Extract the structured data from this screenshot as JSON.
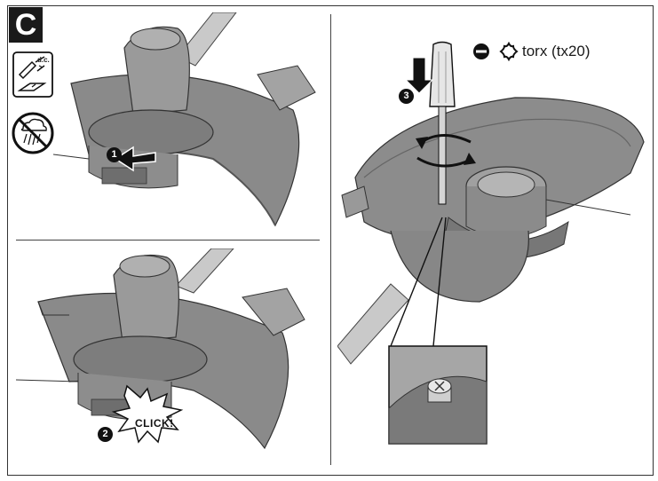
{
  "section": {
    "letter": "C"
  },
  "icons": {
    "charger": "dc-charger-icon",
    "no_rain": "no-rain-icon",
    "minus": "minus-circle-icon",
    "torx": "torx-icon"
  },
  "labels": {
    "dc": "d.c.",
    "click": "CLICK!",
    "torx": "torx (tx20)"
  },
  "steps": [
    {
      "number": "1"
    },
    {
      "number": "2"
    },
    {
      "number": "3"
    }
  ],
  "colors": {
    "body_grey": "#8a8a8a",
    "dark_grey": "#5c5c5c",
    "light_grey": "#b8b8b8",
    "ink": "#111111",
    "frame": "#333333"
  }
}
